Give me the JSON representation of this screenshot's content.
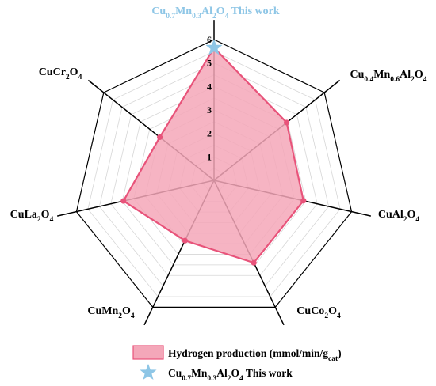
{
  "chart_data": {
    "type": "radar",
    "categories": [
      {
        "base": "Cu",
        "parts": [
          [
            "Cu",
            "0.7"
          ],
          [
            "Mn",
            "0.3"
          ],
          [
            "Al",
            "2"
          ],
          [
            "O",
            "4"
          ]
        ],
        "suffix": " This work",
        "highlight": true
      },
      {
        "base": "Cu",
        "parts": [
          [
            "Cu",
            "0.4"
          ],
          [
            "Mn",
            "0.6"
          ],
          [
            "Al",
            "2"
          ],
          [
            "O",
            "4"
          ]
        ],
        "suffix": "",
        "highlight": false
      },
      {
        "parts": [
          [
            "Cu",
            ""
          ],
          [
            "Al",
            "2"
          ],
          [
            "O",
            "4"
          ]
        ],
        "suffix": "",
        "highlight": false
      },
      {
        "parts": [
          [
            "Cu",
            ""
          ],
          [
            "Co",
            "2"
          ],
          [
            "O",
            "4"
          ]
        ],
        "suffix": "",
        "highlight": false
      },
      {
        "parts": [
          [
            "Cu",
            ""
          ],
          [
            "Mn",
            "2"
          ],
          [
            "O",
            "4"
          ]
        ],
        "suffix": "",
        "highlight": false
      },
      {
        "parts": [
          [
            "Cu",
            ""
          ],
          [
            "La",
            "2"
          ],
          [
            "O",
            "4"
          ]
        ],
        "suffix": "",
        "highlight": false
      },
      {
        "parts": [
          [
            "Cu",
            ""
          ],
          [
            "Cr",
            "2"
          ],
          [
            "O",
            "4"
          ]
        ],
        "suffix": "",
        "highlight": false
      }
    ],
    "series": [
      {
        "name": "Hydrogen production (mmol/min/g",
        "name_sub": "cat",
        "name_close": ")",
        "values": [
          5.65,
          3.95,
          3.9,
          3.9,
          2.85,
          3.95,
          2.95
        ]
      }
    ],
    "highlight_marker": {
      "label_parts": [
        [
          "Cu",
          "0.7"
        ],
        [
          "Mn",
          "0.3"
        ],
        [
          "Al",
          "2"
        ],
        [
          "O",
          "4"
        ]
      ],
      "label_suffix": " This work",
      "category_index": 0,
      "value": 5.65
    },
    "r_ticks": [
      "1",
      "2",
      "3",
      "4",
      "5",
      "6"
    ],
    "r_range": [
      0,
      6
    ],
    "minor_gridlines": true,
    "legend_position": "bottom-center"
  },
  "colors": {
    "fill": "#f4a7b9",
    "stroke": "#e8537a",
    "star": "#8ec6e6",
    "highlight_text": "#8ec6e6",
    "grid_minor": "#d6d6d6",
    "spoke": "#000000"
  }
}
